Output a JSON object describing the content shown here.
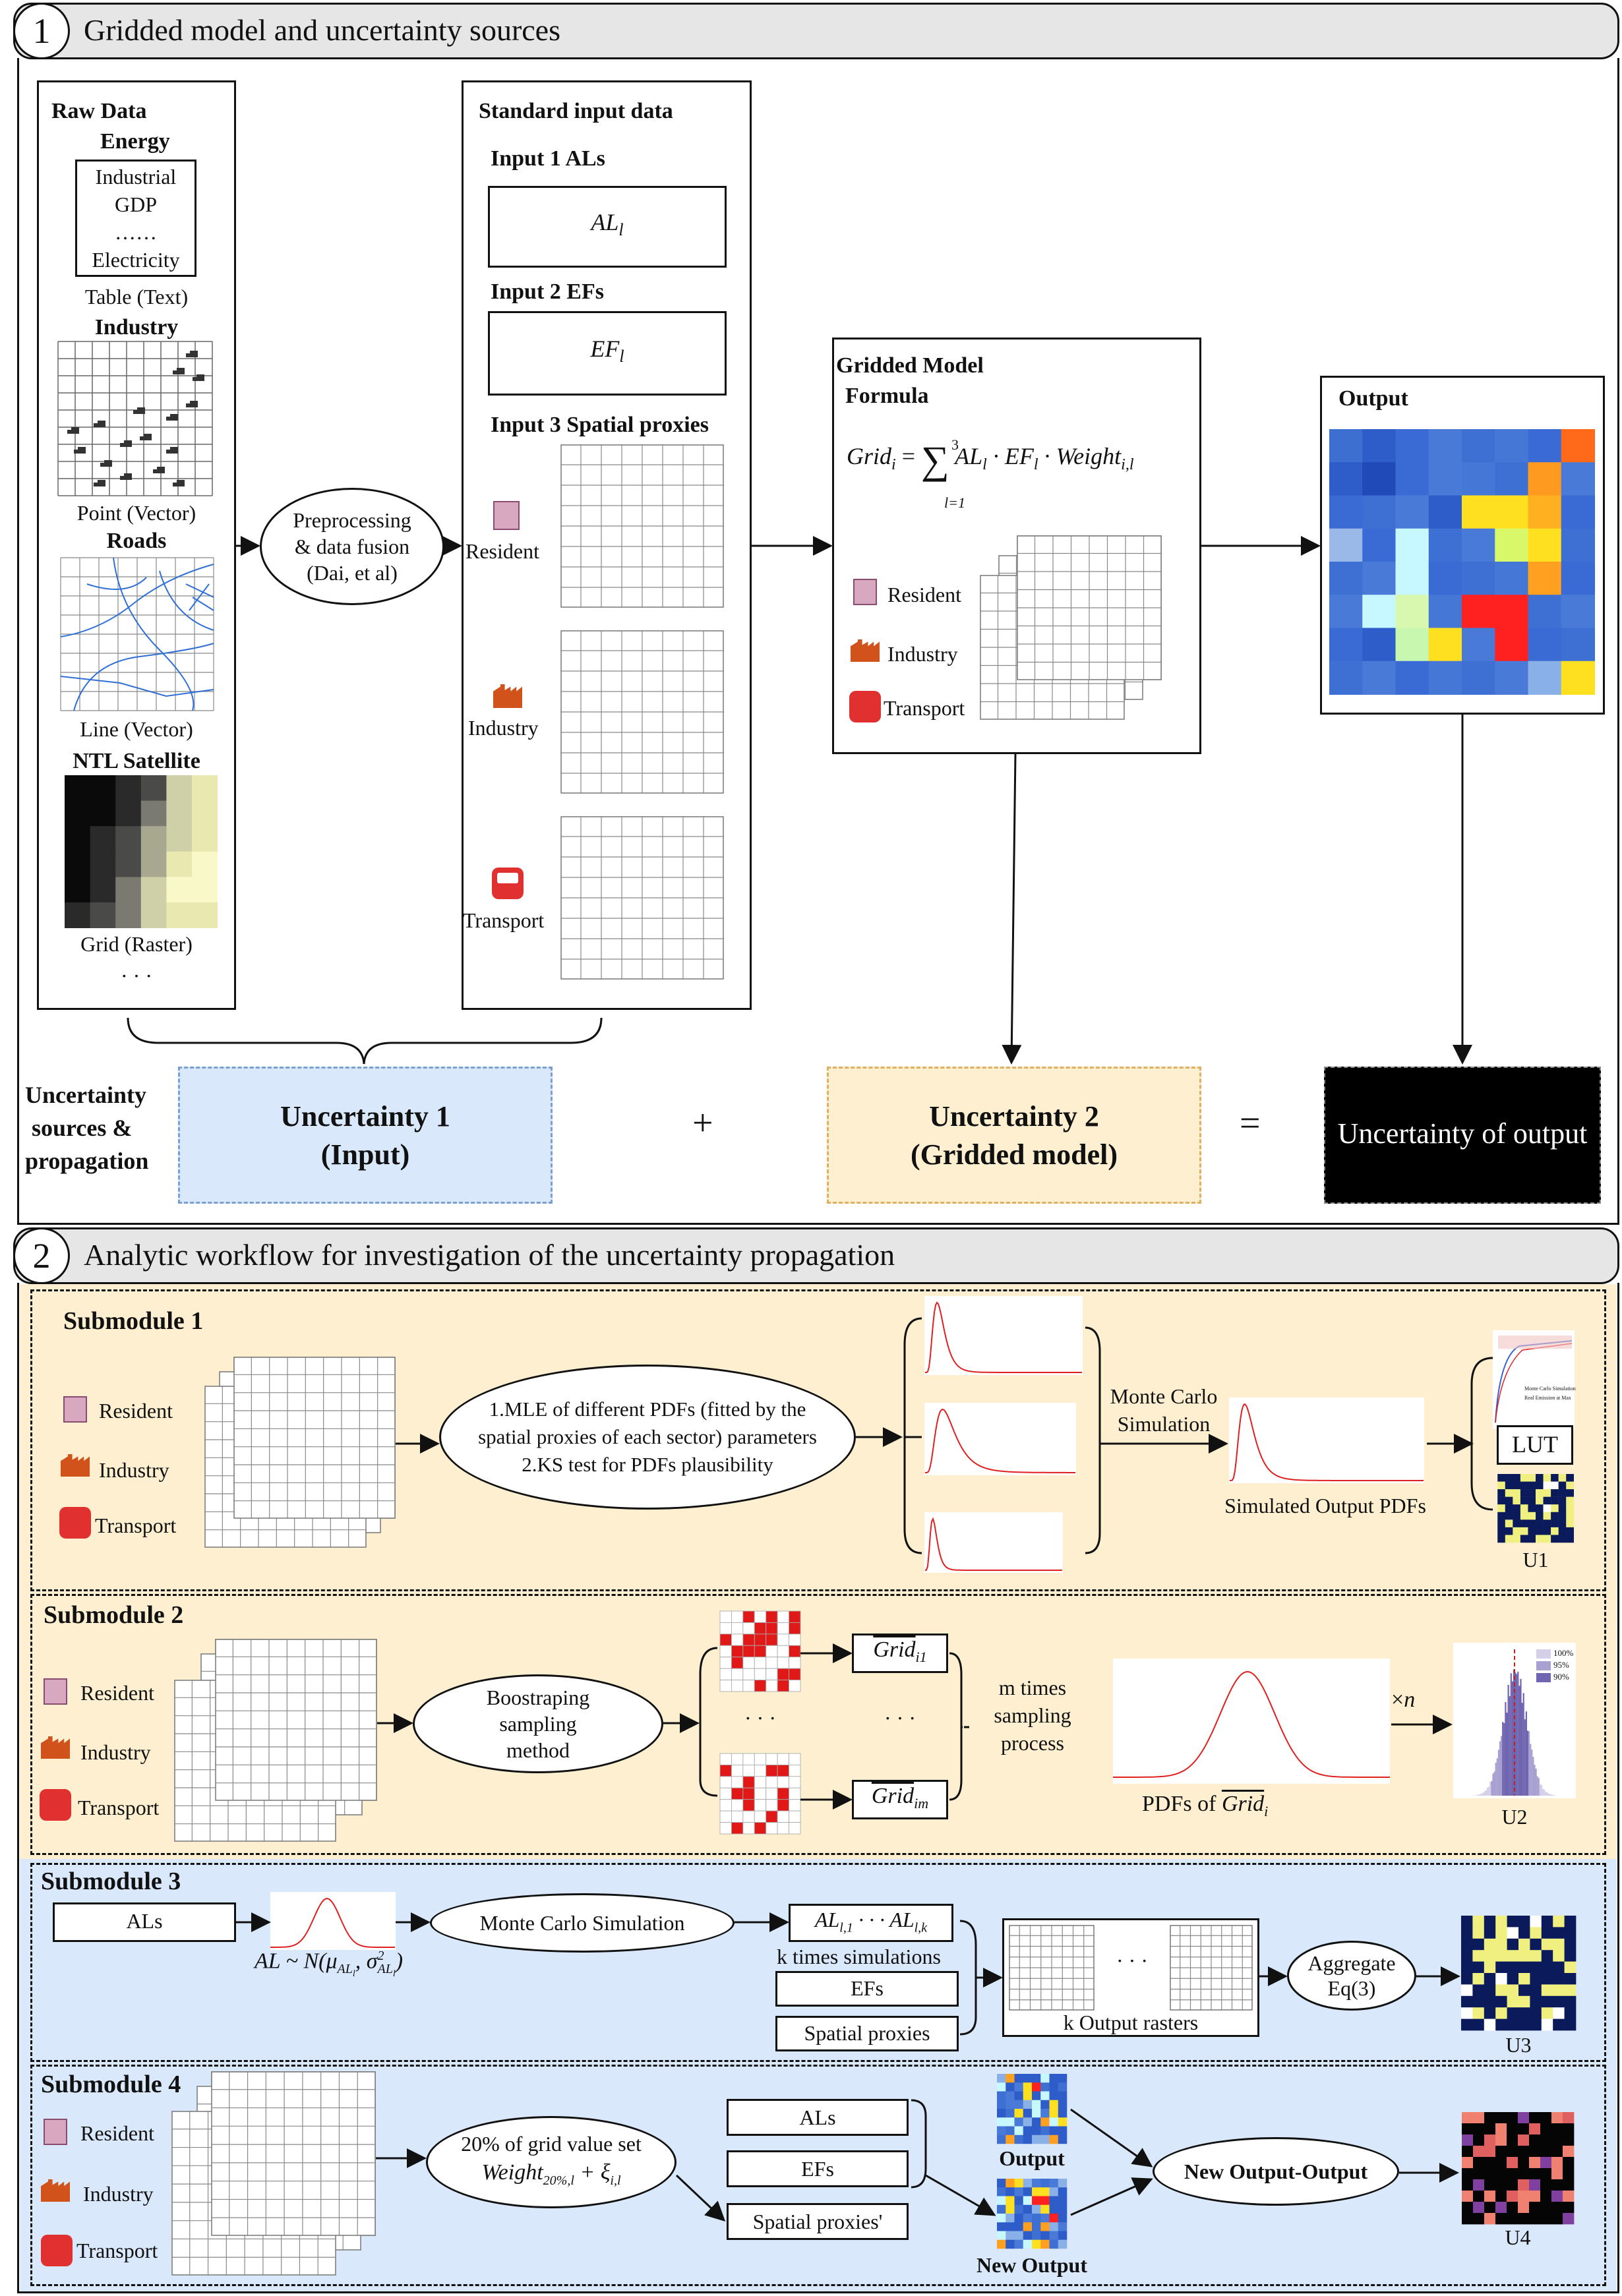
{
  "section1": {
    "number": "1",
    "title": "Gridded model and uncertainty sources",
    "raw_data": {
      "title": "Raw Data",
      "energy_label": "Energy",
      "energy_items": [
        "Industrial",
        "GDP",
        "……",
        "Electricity"
      ],
      "table_caption": "Table (Text)",
      "industry_label": "Industry",
      "point_caption": "Point (Vector)",
      "roads_label": "Roads",
      "line_caption": "Line (Vector)",
      "ntl_label": "NTL Satellite",
      "grid_caption": "Grid (Raster)",
      "more": "· · ·"
    },
    "preprocessing": [
      "Preprocessing",
      "& data fusion",
      "(Dai, et al)"
    ],
    "standard": {
      "title": "Standard input data",
      "input1": "Input 1 ALs",
      "input1_var": "AL",
      "input1_sub": "l",
      "input2": "Input 2 EFs",
      "input2_var": "EF",
      "input2_sub": "l",
      "input3": "Input 3 Spatial proxies",
      "sectors": [
        "Resident",
        "Industry",
        "Transport"
      ]
    },
    "model": {
      "title": "Gridded Model",
      "formula_label": "Formula",
      "sectors": [
        "Resident",
        "Industry",
        "Transport"
      ]
    },
    "output_title": "Output",
    "uncertainty_label": [
      "Uncertainty",
      "sources &",
      "propagation"
    ],
    "unc1": [
      "Uncertainty 1",
      "(Input)"
    ],
    "plus": "+",
    "unc2": [
      "Uncertainty 2",
      "(Gridded model)"
    ],
    "equals": "=",
    "unc_out": "Uncertainty of output"
  },
  "section2": {
    "number": "2",
    "title": "Analytic workflow for investigation of the uncertainty propagation",
    "sub1": {
      "title": "Submodule 1",
      "sectors": [
        "Resident",
        "Industry",
        "Transport"
      ],
      "method": [
        "1.MLE of different PDFs (fitted by the",
        "spatial proxies of each sector) parameters",
        "2.KS test for PDFs plausibility"
      ],
      "mc": [
        "Monte Carlo",
        "Simulation"
      ],
      "simulated": "Simulated Output PDFs",
      "lut": "LUT",
      "u": "U1",
      "legend_mc": "Monte Carlo Simulation",
      "legend_real": "Real Emission at Max"
    },
    "sub2": {
      "title": "Submodule 2",
      "sectors": [
        "Resident",
        "Industry",
        "Transport"
      ],
      "method": [
        "Boostraping",
        "sampling",
        "method"
      ],
      "dots": "· · ·",
      "grid1": "Grid",
      "grid1_sub": "i1",
      "gridm_sub": "im",
      "msampling": [
        "m times",
        "sampling",
        "process"
      ],
      "pdfs": "PDFs  of",
      "pdfs_sub": "i",
      "times": "×",
      "times_n": "n",
      "u": "U2",
      "legend": [
        "100%",
        "95%",
        "90%"
      ]
    },
    "sub3": {
      "title": "Submodule 3",
      "als": "ALs",
      "dist": "AL ~ N(μ",
      "mc": "Monte Carlo Simulation",
      "al_seq": "AL",
      "ktimes": "k times simulations",
      "efs": "EFs",
      "proxies": "Spatial proxies",
      "krasters": "k Output rasters",
      "dots": "· · ·",
      "aggregate": [
        "Aggregate",
        "Eq(3)"
      ],
      "u": "U3"
    },
    "sub4": {
      "title": "Submodule 4",
      "sectors": [
        "Resident",
        "Industry",
        "Transport"
      ],
      "method": "20% of grid value set",
      "weight": "Weight",
      "als": "ALs",
      "efs": "EFs",
      "proxies": "Spatial proxies'",
      "output": "Output",
      "new_output": "New Output",
      "new_minus": "New Output-Output",
      "u": "U4"
    }
  },
  "colors": {
    "header_bg": "#e6e6e6",
    "sub12_bg": "#fdefd0",
    "sub34_bg": "#dae8fb",
    "unc1_bg": "#dae8fb",
    "unc2_bg": "#fdefd0",
    "red": "#e02020"
  }
}
